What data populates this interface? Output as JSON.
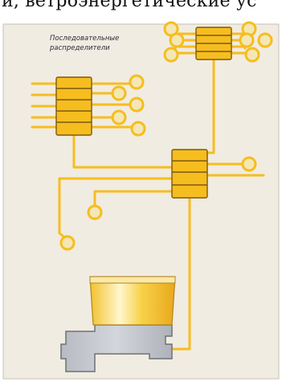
{
  "caption_fragment": "и, ветроэнергетические ус",
  "diagram": {
    "label_line1": "Последовательные",
    "label_line2": "распределители",
    "colors": {
      "panel": "#f1ece1",
      "panel_border": "#c9c2b3",
      "line": "#f6bd1f",
      "block_fill": "#f6bd1f",
      "block_stroke": "#7b5a10",
      "point_fill": "#f4e7b4",
      "reservoir_gray": "#c4c7cd",
      "reservoir_stroke": "#6d7078",
      "grease": "#f7cf3c"
    }
  }
}
